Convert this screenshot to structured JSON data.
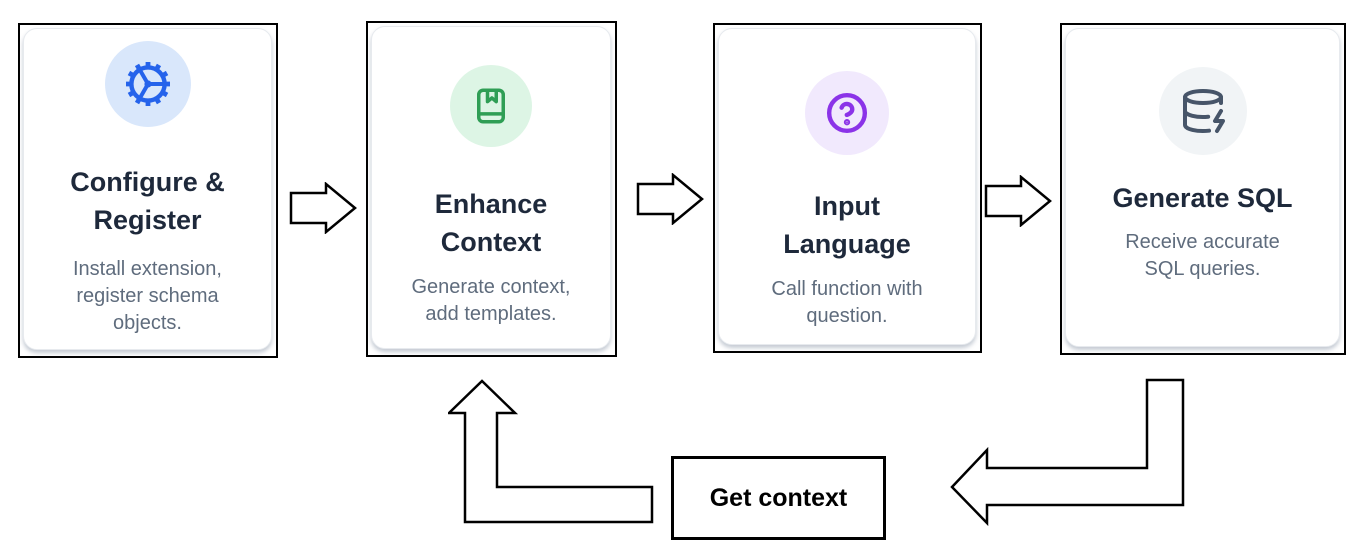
{
  "diagram": {
    "steps": [
      {
        "title": "Configure &\nRegister",
        "description": "Install extension,\nregister schema\nobjects.",
        "icon": "gear-icon",
        "icon_color": "#2563eb",
        "icon_bg": "#d9e7fb"
      },
      {
        "title": "Enhance\nContext",
        "description": "Generate context,\nadd templates.",
        "icon": "book-marked-icon",
        "icon_color": "#2f9e55",
        "icon_bg": "#ddf5e5"
      },
      {
        "title": "Input\nLanguage",
        "description": "Call function with\nquestion.",
        "icon": "help-circle-icon",
        "icon_color": "#8b33e8",
        "icon_bg": "#f1e9fd"
      },
      {
        "title": "Generate SQL",
        "description": "Receive accurate\nSQL queries.",
        "icon": "database-zap-icon",
        "icon_color": "#475569",
        "icon_bg": "#f1f4f6"
      }
    ],
    "feedback": {
      "label": "Get context"
    },
    "colors": {
      "card_border": "#000000",
      "title_text": "#1e293b",
      "description_text": "#5f6c7d",
      "arrow_stroke": "#000000",
      "arrow_fill": "#ffffff"
    }
  }
}
